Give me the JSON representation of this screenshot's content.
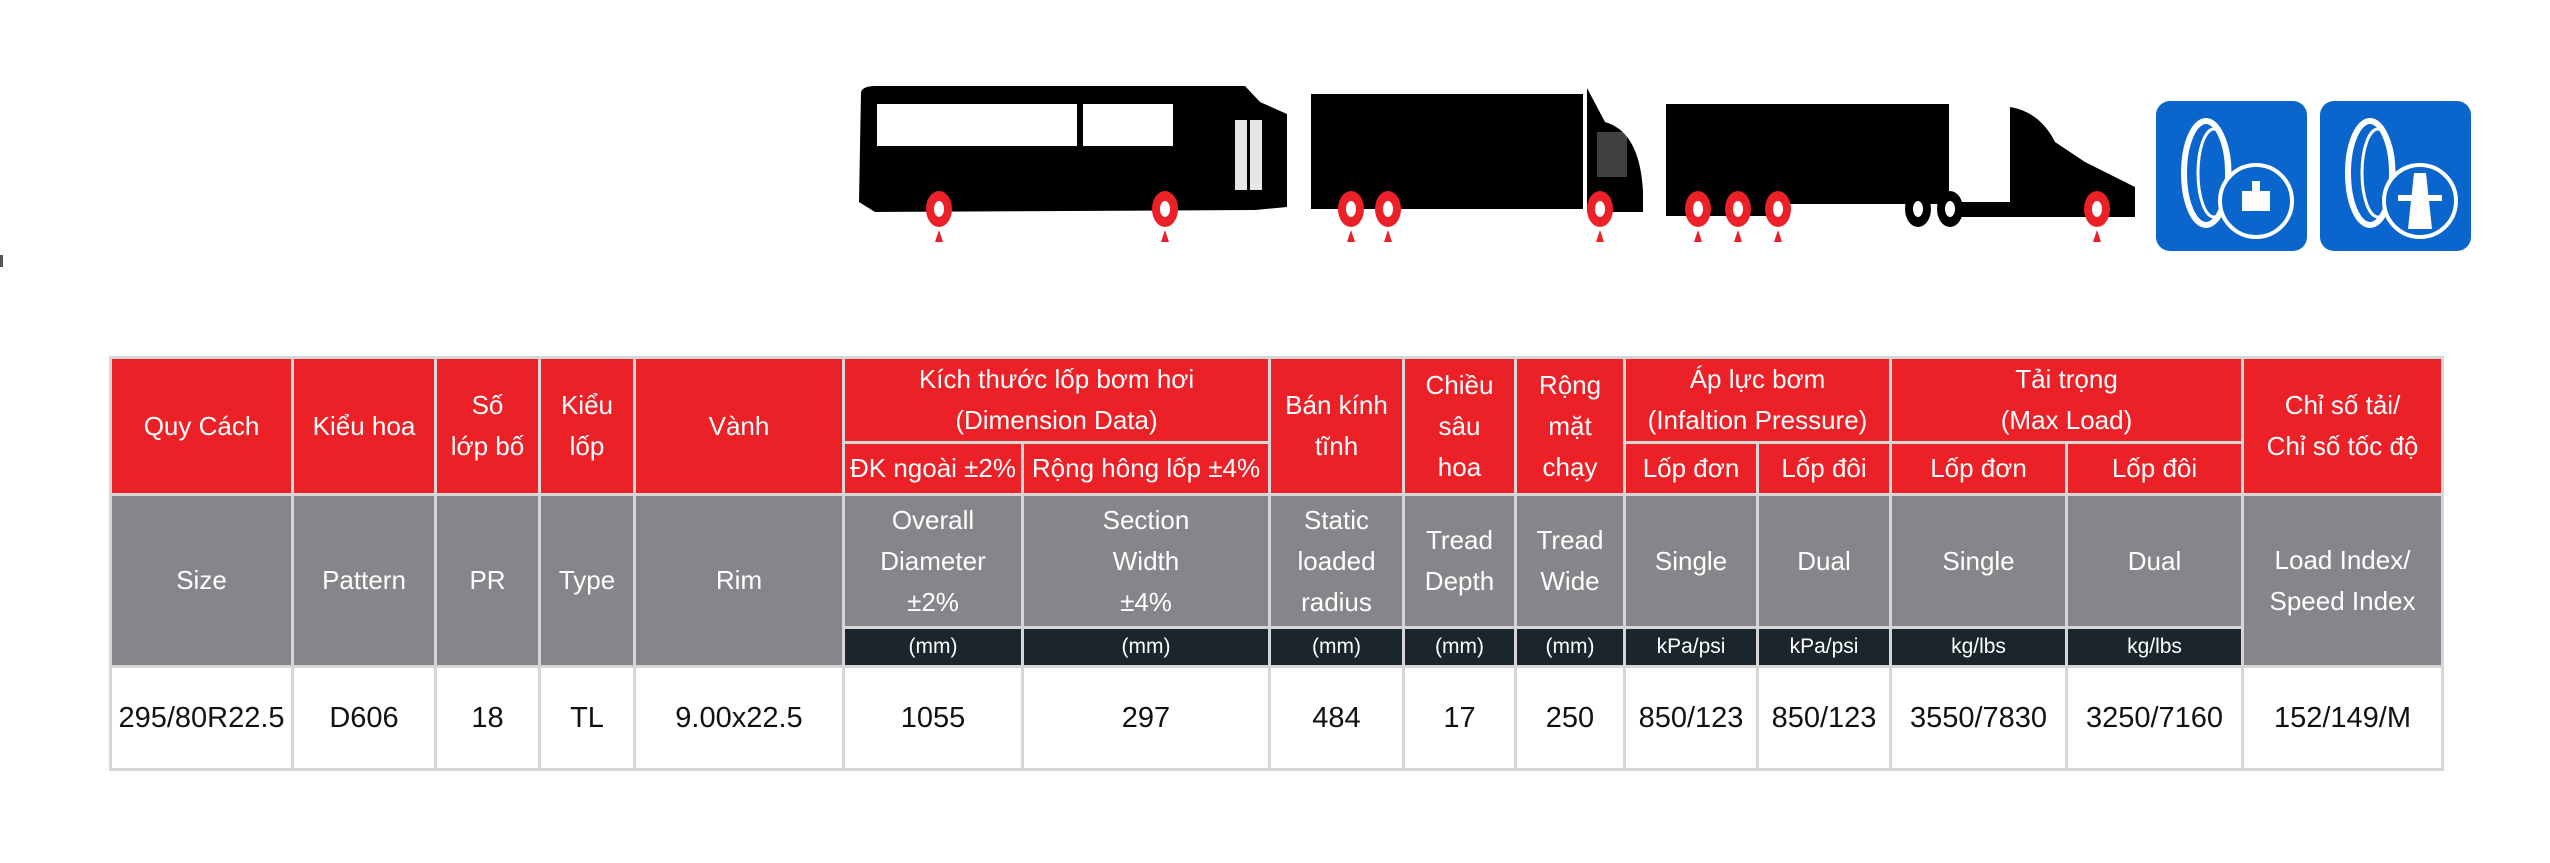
{
  "colors": {
    "header_red": "#ec2027",
    "header_grey": "#868589",
    "unit_dark": "#1b262c",
    "icon_blue": "#0a66cc",
    "wheel_red": "#ec2027"
  },
  "icons": [
    "bus-front-and-rear-axle-icon",
    "truck-drive-axle-icon",
    "semi-trailer-axle-icon",
    "urban-road-tire-icon",
    "highway-tire-icon"
  ],
  "header_vi": {
    "size": "Quy Cách",
    "pattern": "Kiểu hoa",
    "pr_1": "Số",
    "pr_2": "lớp bố",
    "type_1": "Kiểu",
    "type_2": "lốp",
    "rim": "Vành",
    "dimension_1": "Kích thước lốp bơm hơi",
    "dimension_2": "(Dimension Data)",
    "od": "ĐK ngoài ±2%",
    "sw": "Rộng hông lốp ±4%",
    "slr_1": "Bán kính",
    "slr_2": "tĩnh",
    "td_1": "Chiều",
    "td_2": "sâu",
    "td_3": "hoa",
    "tw_1": "Rộng",
    "tw_2": "mặt",
    "tw_3": "chạy",
    "pressure_1": "Áp lực bơm",
    "pressure_2": "(Infaltion Pressure)",
    "p_single": "Lốp đơn",
    "p_dual": "Lốp đôi",
    "load_1": "Tải trọng",
    "load_2": "(Max Load)",
    "l_single": "Lốp đơn",
    "l_dual": "Lốp đôi",
    "index_1": "Chỉ số tải/",
    "index_2": "Chỉ số tốc độ"
  },
  "header_en": {
    "size": "Size",
    "pattern": "Pattern",
    "pr": "PR",
    "type": "Type",
    "rim": "Rim",
    "od_1": "Overall",
    "od_2": "Diameter",
    "od_3": "±2%",
    "sw_1": "Section",
    "sw_2": "Width",
    "sw_3": "±4%",
    "slr_1": "Static",
    "slr_2": "loaded",
    "slr_3": "radius",
    "td_1": "Tread",
    "td_2": "Depth",
    "tw_1": "Tread",
    "tw_2": "Wide",
    "p_single": "Single",
    "p_dual": "Dual",
    "l_single": "Single",
    "l_dual": "Dual",
    "index_1": "Load Index/",
    "index_2": "Speed Index"
  },
  "units": [
    "(mm)",
    "(mm)",
    "(mm)",
    "(mm)",
    "(mm)",
    "kPa/psi",
    "kPa/psi",
    "kg/lbs",
    "kg/lbs"
  ],
  "rows": [
    {
      "size": "295/80R22.5",
      "pattern": "D606",
      "pr": "18",
      "type": "TL",
      "rim": "9.00x22.5",
      "od": "1055",
      "sw": "297",
      "slr": "484",
      "td": "17",
      "tw": "250",
      "p_single": "850/123",
      "p_dual": "850/123",
      "l_single": "3550/7830",
      "l_dual": "3250/7160",
      "index": "152/149/M"
    }
  ]
}
